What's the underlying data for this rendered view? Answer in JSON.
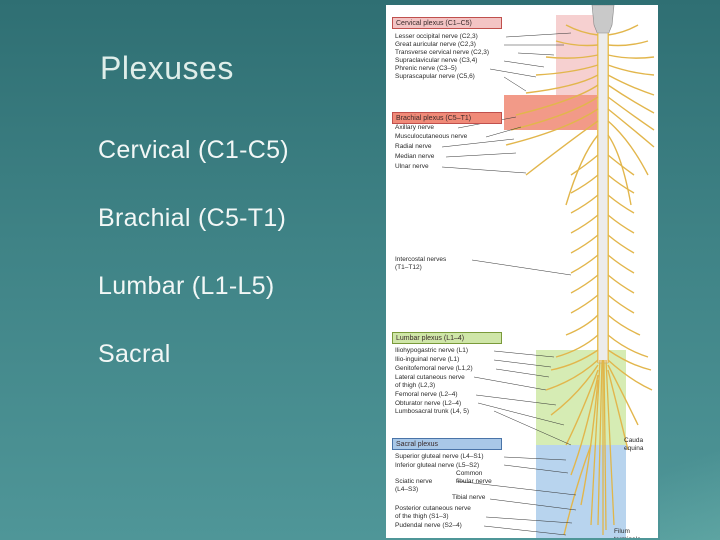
{
  "slide": {
    "title": "Plexuses",
    "bullets": [
      "Cervical (C1-C5)",
      "Brachial (C5-T1)",
      "Lumbar (L1-L5)",
      "Sacral"
    ]
  },
  "figure": {
    "cervical_header": "Cervical plexus (C1–C5)",
    "cervical_nerves": [
      "Lesser occipital nerve (C2,3)",
      "Great auricular nerve (C2,3)",
      "Transverse cervical nerve (C2,3)",
      "Supraclavicular nerve (C3,4)",
      "Phrenic nerve (C3–5)",
      "Suprascapular nerve (C5,6)"
    ],
    "brachial_header": "Brachial plexus (C5–T1)",
    "brachial_nerves": [
      "Axillary nerve",
      "Musculocutaneous nerve",
      "Radial nerve",
      "Median nerve",
      "Ulnar nerve"
    ],
    "intercostal_label": "Intercostal nerves",
    "intercostal_range": "(T1–T12)",
    "lumbar_header": "Lumbar plexus (L1–4)",
    "lumbar_nerves": [
      "Iliohypogastric nerve (L1)",
      "Ilio-inguinal nerve (L1)",
      "Genitofemoral nerve (L1,2)",
      "Lateral cutaneous nerve",
      "of thigh (L2,3)",
      "Femoral nerve (L2–4)",
      "Obturator nerve (L2–4)",
      "Lumbosacral trunk (L4, 5)"
    ],
    "sacral_header": "Sacral plexus",
    "sacral_nerves": [
      "Superior gluteal nerve (L4–S1)",
      "Inferior gluteal nerve (L5–S2)",
      "Common",
      "fibular nerve",
      "Sciatic nerve",
      "(L4–S3)",
      "Tibial nerve",
      "Posterior cutaneous nerve",
      "of the thigh (S1–3)",
      "Pudendal nerve (S2–4)"
    ],
    "cauda_label_1": "Cauda",
    "cauda_label_2": "equina",
    "filum_label": "Filum terminale"
  }
}
